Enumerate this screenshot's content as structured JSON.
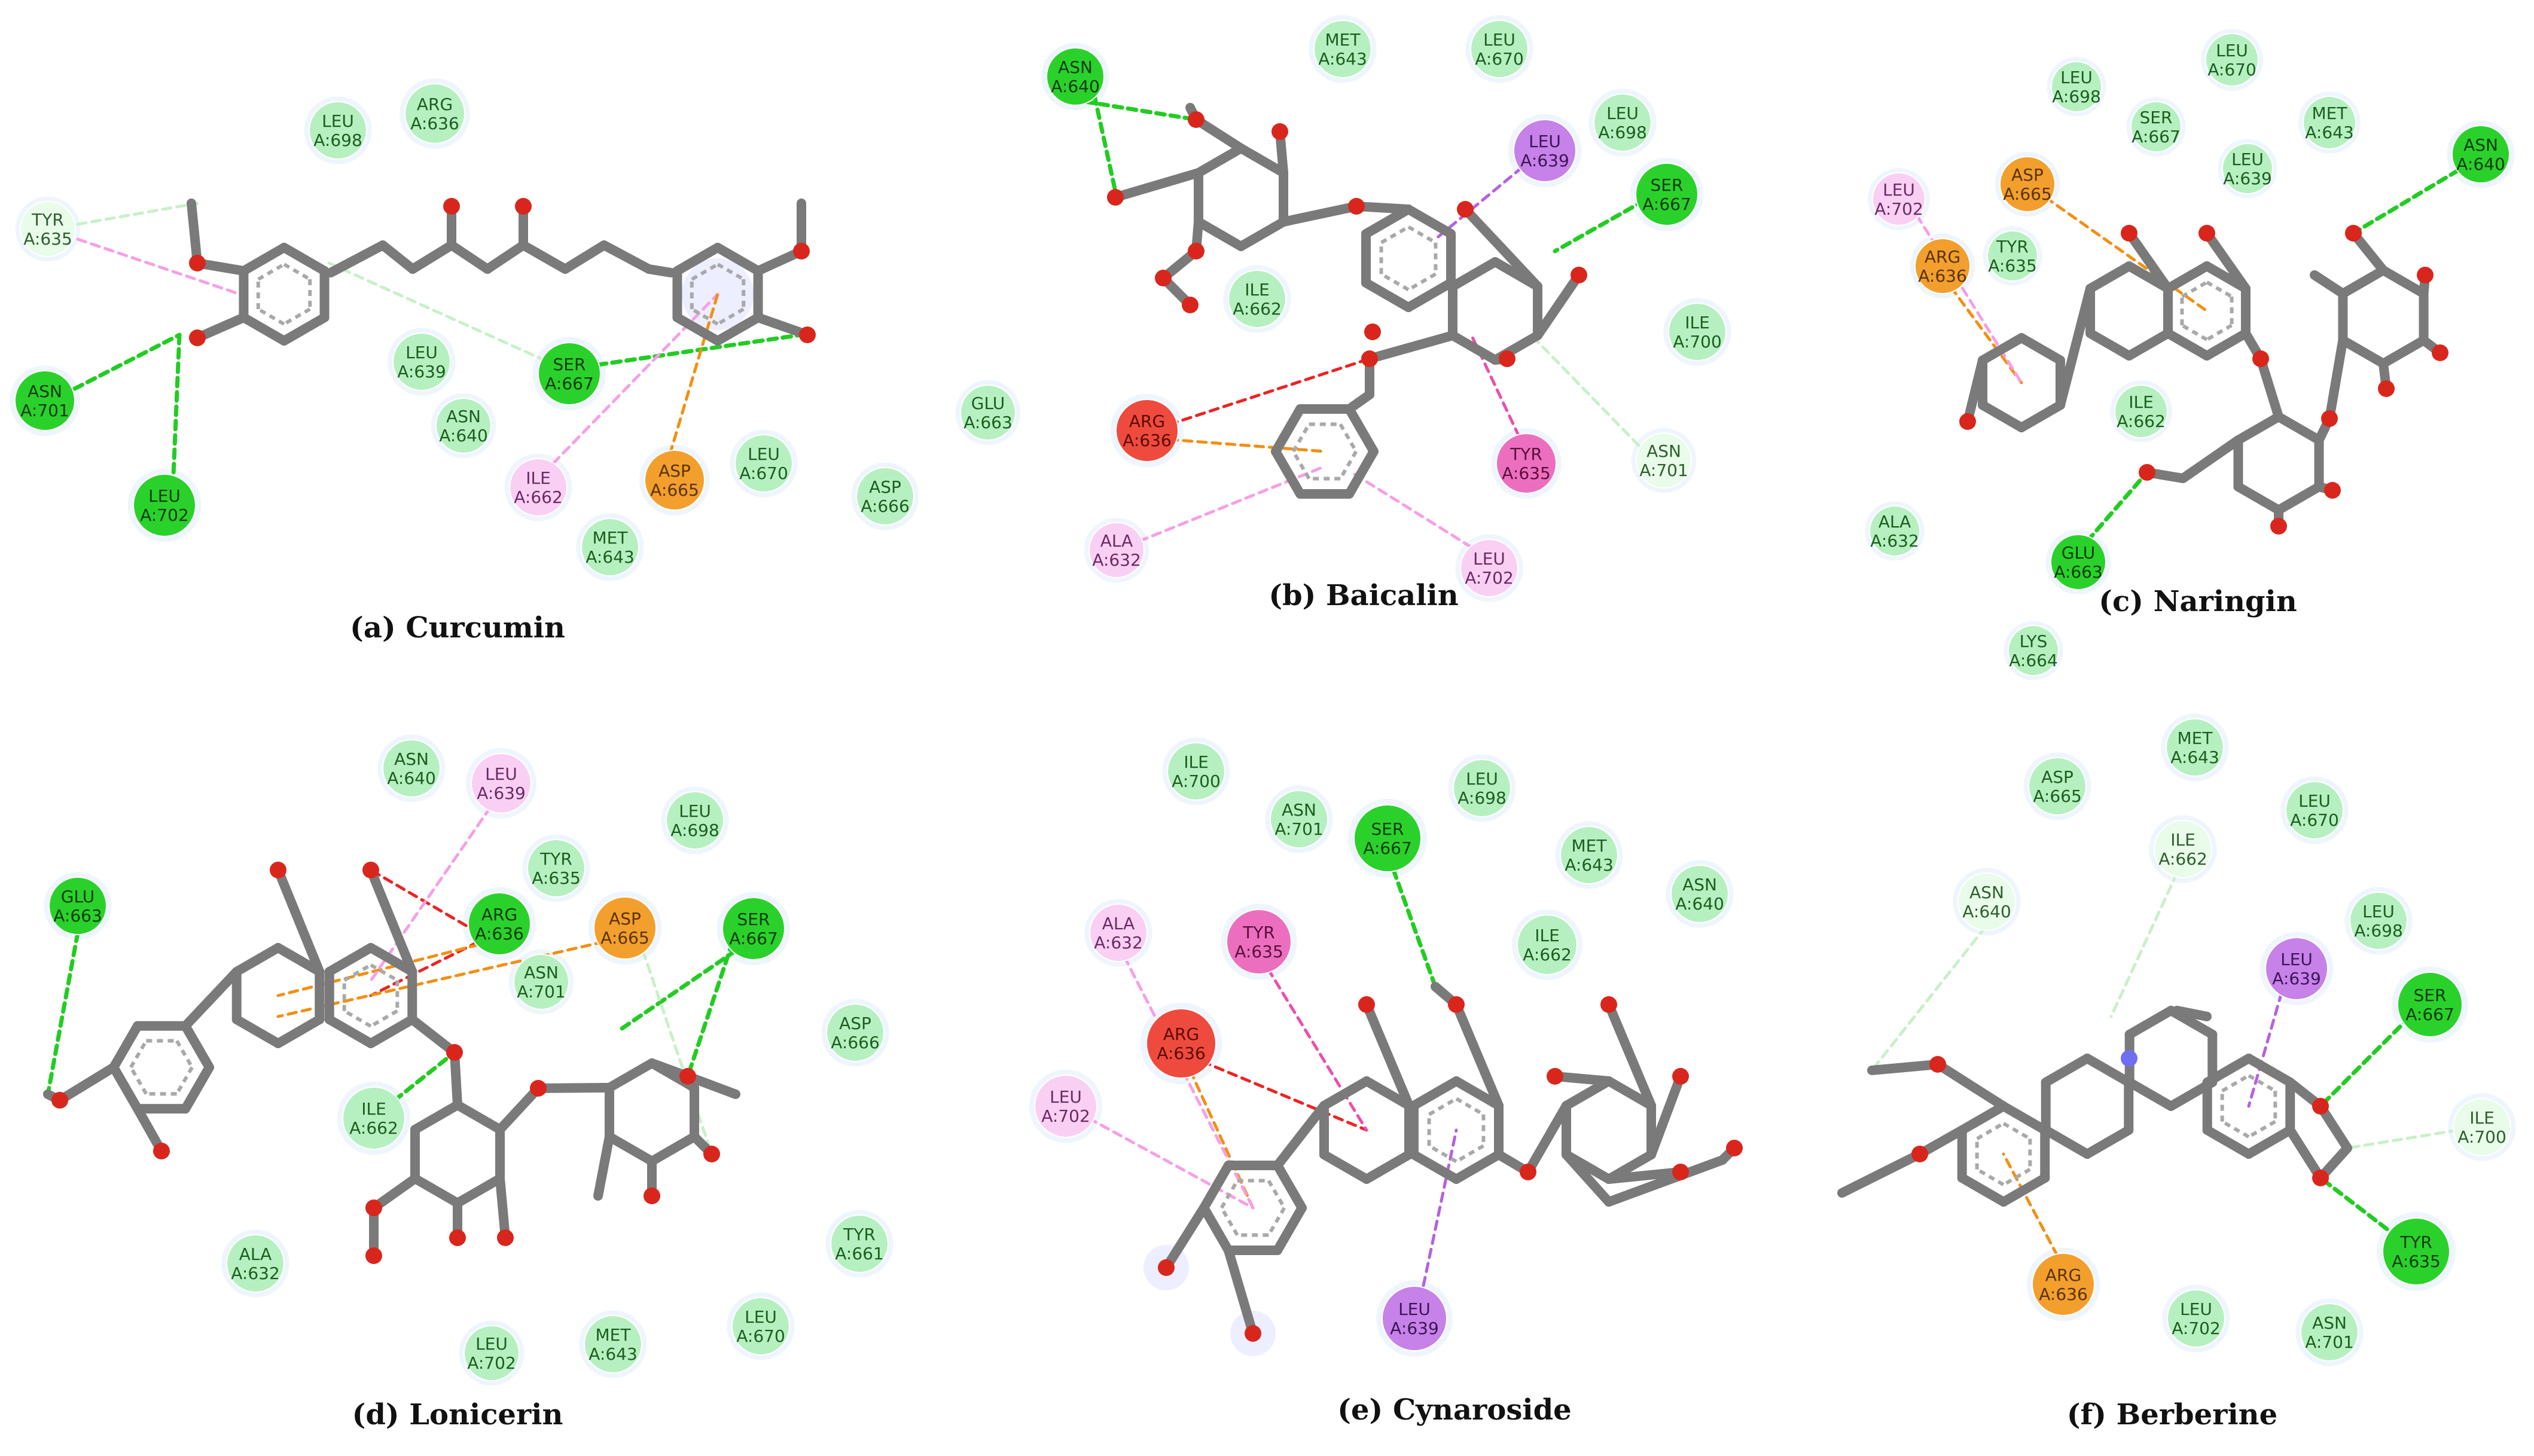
{
  "colors": {
    "vdw_fill": "#b7f0c0",
    "vdw_text": "#1a5a1a",
    "hbond_fill": "#2bd12b",
    "carbon_hbond_fill": "#e9fbe9",
    "pi_alkyl_fill": "#f9d0f4",
    "pi_sigma_fill": "#c682e8",
    "pi_pi_fill": "#ec6fbf",
    "pi_cation_fill": "#f29f2e",
    "unfavorable_fill": "#ee4b3e",
    "bond_grey": "#7a7a7a",
    "oxygen_red": "#d9261c",
    "nitrogen_blue": "#6f6ff2",
    "hbond_line": "#22cc22",
    "pi_alkyl_line": "#f59fe6",
    "pi_cation_line": "#f28f12",
    "unfavorable_line": "#ee2222"
  },
  "panels": [
    {
      "id": "a",
      "caption": "(a) Curcumin",
      "residues": [
        {
          "label": "ARG A:636",
          "type": "vdw"
        },
        {
          "label": "LEU A:698",
          "type": "vdw"
        },
        {
          "label": "TYR A:635",
          "type": "carbon_hbond"
        },
        {
          "label": "ASN A:701",
          "type": "hbond"
        },
        {
          "label": "LEU A:702",
          "type": "hbond"
        },
        {
          "label": "LEU A:639",
          "type": "vdw"
        },
        {
          "label": "SER A:667",
          "type": "hbond"
        },
        {
          "label": "ASN A:640",
          "type": "vdw"
        },
        {
          "label": "ILE A:662",
          "type": "pi_alkyl"
        },
        {
          "label": "ASP A:665",
          "type": "pi_cation"
        },
        {
          "label": "LEU A:670",
          "type": "vdw"
        },
        {
          "label": "MET A:643",
          "type": "vdw"
        },
        {
          "label": "GLU A:663",
          "type": "vdw"
        },
        {
          "label": "ASP A:666",
          "type": "vdw"
        }
      ]
    },
    {
      "id": "b",
      "caption": "(b) Baicalin",
      "residues": [
        {
          "label": "ASN A:640",
          "type": "hbond"
        },
        {
          "label": "MET A:643",
          "type": "vdw"
        },
        {
          "label": "LEU A:670",
          "type": "vdw"
        },
        {
          "label": "LEU A:698",
          "type": "vdw"
        },
        {
          "label": "LEU A:639",
          "type": "pi_sigma"
        },
        {
          "label": "SER A:667",
          "type": "hbond"
        },
        {
          "label": "ILE A:662",
          "type": "vdw"
        },
        {
          "label": "ILE A:700",
          "type": "vdw"
        },
        {
          "label": "ARG A:636",
          "type": "unfavorable"
        },
        {
          "label": "TYR A:635",
          "type": "pi_pi"
        },
        {
          "label": "ASN A:701",
          "type": "carbon_hbond"
        },
        {
          "label": "ALA A:632",
          "type": "pi_alkyl"
        },
        {
          "label": "LEU A:702",
          "type": "pi_alkyl"
        }
      ]
    },
    {
      "id": "c",
      "caption": "(c) Naringin",
      "residues": [
        {
          "label": "LEU A:698",
          "type": "vdw"
        },
        {
          "label": "LEU A:670",
          "type": "vdw"
        },
        {
          "label": "SER A:667",
          "type": "vdw"
        },
        {
          "label": "MET A:643",
          "type": "vdw"
        },
        {
          "label": "LEU A:639",
          "type": "vdw"
        },
        {
          "label": "ASN A:640",
          "type": "hbond"
        },
        {
          "label": "LEU A:702",
          "type": "pi_alkyl"
        },
        {
          "label": "ASP A:665",
          "type": "pi_cation"
        },
        {
          "label": "ARG A:636",
          "type": "pi_cation"
        },
        {
          "label": "TYR A:635",
          "type": "vdw"
        },
        {
          "label": "ILE A:662",
          "type": "vdw"
        },
        {
          "label": "ALA A:632",
          "type": "vdw"
        },
        {
          "label": "GLU A:663",
          "type": "hbond"
        },
        {
          "label": "LYS A:664",
          "type": "vdw"
        }
      ]
    },
    {
      "id": "d",
      "caption": "(d) Lonicerin",
      "residues": [
        {
          "label": "ASN A:640",
          "type": "vdw"
        },
        {
          "label": "LEU A:639",
          "type": "pi_alkyl"
        },
        {
          "label": "LEU A:698",
          "type": "vdw"
        },
        {
          "label": "GLU A:663",
          "type": "hbond"
        },
        {
          "label": "TYR A:635",
          "type": "vdw"
        },
        {
          "label": "ARG A:636",
          "type": "hbond"
        },
        {
          "label": "ASP A:665",
          "type": "pi_cation"
        },
        {
          "label": "SER A:667",
          "type": "hbond"
        },
        {
          "label": "ASN A:701",
          "type": "vdw"
        },
        {
          "label": "ASP A:666",
          "type": "vdw"
        },
        {
          "label": "ILE A:662",
          "type": "vdw"
        },
        {
          "label": "ALA A:632",
          "type": "vdw"
        },
        {
          "label": "TYR A:661",
          "type": "vdw"
        },
        {
          "label": "LEU A:702",
          "type": "vdw"
        },
        {
          "label": "MET A:643",
          "type": "vdw"
        },
        {
          "label": "LEU A:670",
          "type": "vdw"
        }
      ]
    },
    {
      "id": "e",
      "caption": "(e) Cynaroside",
      "residues": [
        {
          "label": "ILE A:700",
          "type": "vdw"
        },
        {
          "label": "ASN A:701",
          "type": "vdw"
        },
        {
          "label": "SER A:667",
          "type": "hbond"
        },
        {
          "label": "LEU A:698",
          "type": "vdw"
        },
        {
          "label": "MET A:643",
          "type": "vdw"
        },
        {
          "label": "ASN A:640",
          "type": "vdw"
        },
        {
          "label": "ILE A:662",
          "type": "vdw"
        },
        {
          "label": "ALA A:632",
          "type": "pi_alkyl"
        },
        {
          "label": "TYR A:635",
          "type": "pi_pi"
        },
        {
          "label": "ARG A:636",
          "type": "unfavorable"
        },
        {
          "label": "LEU A:702",
          "type": "pi_alkyl"
        },
        {
          "label": "LEU A:639",
          "type": "pi_sigma"
        }
      ]
    },
    {
      "id": "f",
      "caption": "(f) Berberine",
      "residues": [
        {
          "label": "MET A:643",
          "type": "vdw"
        },
        {
          "label": "ASP A:665",
          "type": "vdw"
        },
        {
          "label": "LEU A:670",
          "type": "vdw"
        },
        {
          "label": "ILE A:662",
          "type": "carbon_hbond"
        },
        {
          "label": "ASN A:640",
          "type": "carbon_hbond"
        },
        {
          "label": "LEU A:698",
          "type": "vdw"
        },
        {
          "label": "LEU A:639",
          "type": "pi_sigma"
        },
        {
          "label": "SER A:667",
          "type": "hbond"
        },
        {
          "label": "ILE A:700",
          "type": "carbon_hbond"
        },
        {
          "label": "TYR A:635",
          "type": "hbond"
        },
        {
          "label": "ARG A:636",
          "type": "pi_cation"
        },
        {
          "label": "LEU A:702",
          "type": "vdw"
        },
        {
          "label": "ASN A:701",
          "type": "vdw"
        }
      ]
    }
  ]
}
